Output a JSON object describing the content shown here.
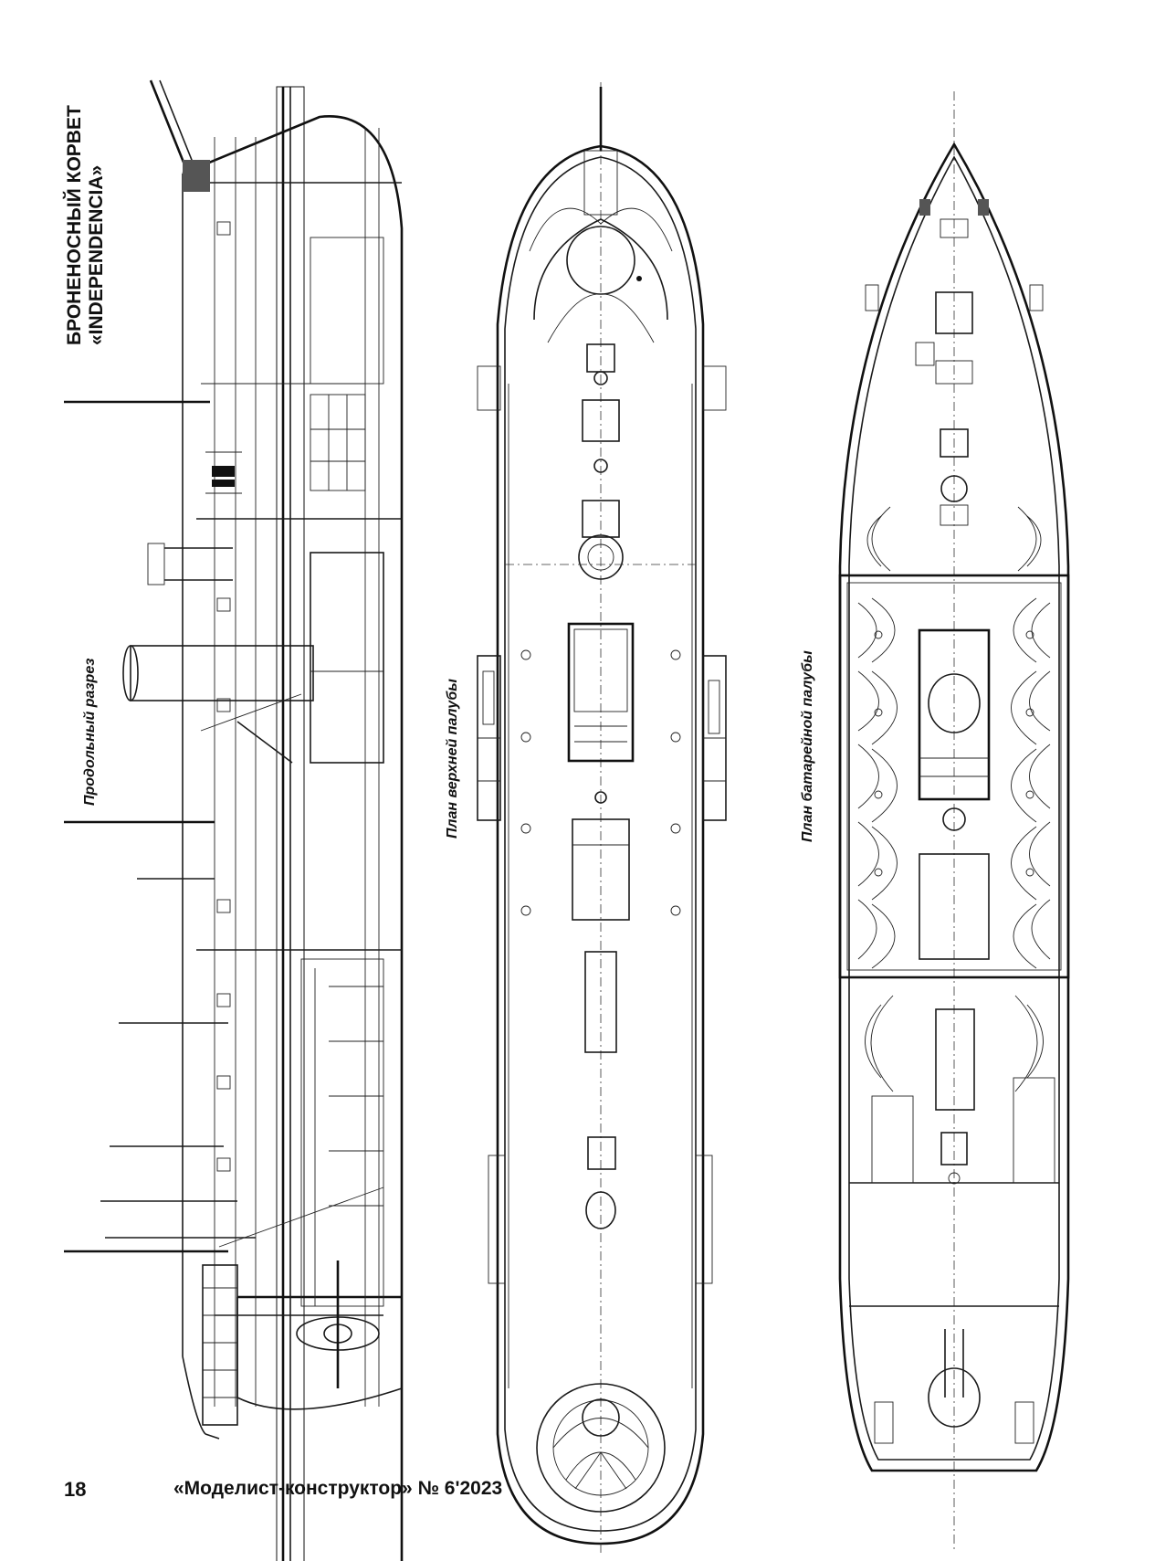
{
  "title": {
    "line1": "БРОНЕНОСНЫЙ КОРВЕТ",
    "line2": "«INDEPENDENCIA»"
  },
  "captions": {
    "profile": "Продольный разрез",
    "upper_deck": "План верхней палубы",
    "battery_deck": "План батарейной палубы"
  },
  "footer": {
    "page_number": "18",
    "journal": "«Моделист-конструктор» № 6'2023"
  }
}
